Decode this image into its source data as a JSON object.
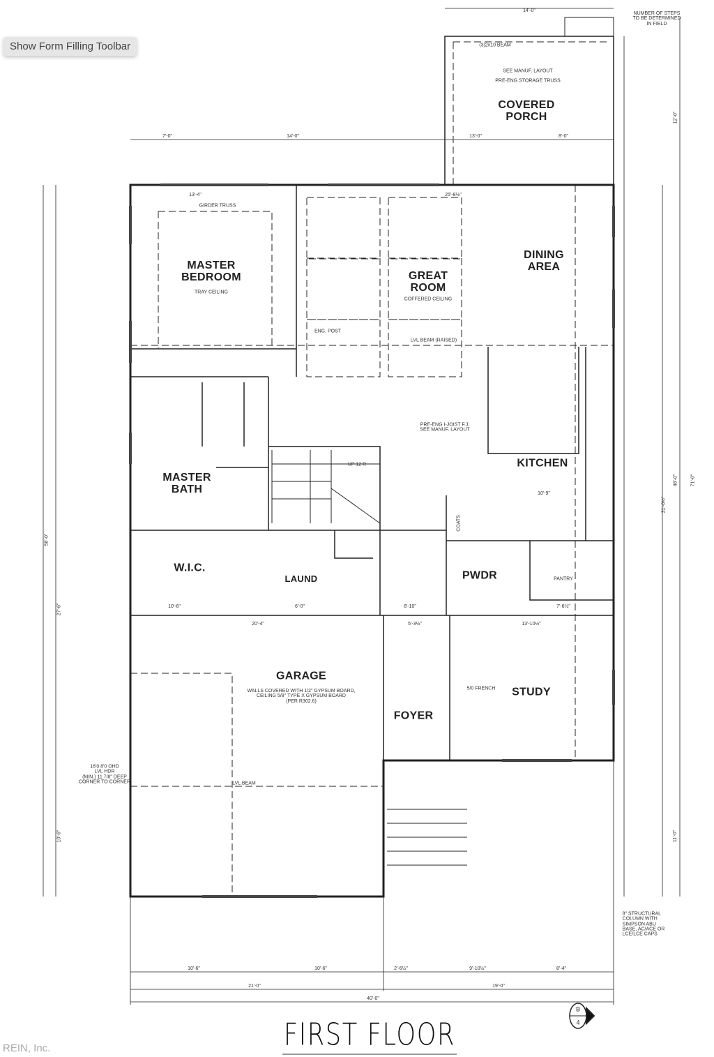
{
  "toolbar": {
    "show_form_filling": "Show Form Filling Toolbar"
  },
  "plan": {
    "title": "FIRST FLOOR",
    "section_marker": {
      "top": "B",
      "bottom": "4"
    },
    "rooms": {
      "porch": {
        "name": "COVERED\nPORCH",
        "note1": "SEE MANUF. LAYOUT",
        "note2": "PRE-ENG STORAGE TRUSS",
        "beam": "(3)2x10 BEAM"
      },
      "master_bedroom": {
        "name": "MASTER\nBEDROOM",
        "sub": "TRAY CEILING",
        "note": "GIRDER TRUSS"
      },
      "great_room": {
        "name": "GREAT\nROOM",
        "sub": "COFFERED CEILING"
      },
      "dining": {
        "name": "DINING\nAREA"
      },
      "kitchen": {
        "name": "KITCHEN"
      },
      "master_bath": {
        "name": "MASTER\nBATH"
      },
      "wic": {
        "name": "W.I.C."
      },
      "laundry": {
        "name": "LAUND"
      },
      "powder": {
        "name": "PWDR"
      },
      "pantry": {
        "name": "PANTRY"
      },
      "garage": {
        "name": "GARAGE",
        "note": "WALLS COVERED WITH 1/2\" GYPSUM BOARD,\nCEILING 5/8\" TYPE X GYPSUM BOARD\n(PER R302.6)"
      },
      "foyer": {
        "name": "FOYER"
      },
      "study": {
        "name": "STUDY",
        "door": "5/0 FRENCH"
      }
    },
    "notes": {
      "steps": "NUMBER OF STEPS\nTO BE DETERMINED\nIN FIELD",
      "column": "8\" STRUCTURAL\nCOLUMN WITH\nSIMPSON ABU\nBASE, AC/ACE OR\nLCE/LCE CAPS",
      "lvl_beam_raised": "LVL BEAM (RAISED)",
      "lvl_beam": "LVL BEAM",
      "eng_post": "ENG. POST",
      "joist": "PRE-ENG I-JOIST F.J.\nSEE MANUF. LAYOUT",
      "garage_door": "16'0 8'0 OHD\nLVL HDR\n(MIN.) 11 7/8\" DEEP\nCORNER TO CORNER",
      "coats": "COATS",
      "up": "UP 12 R"
    },
    "dimensions": {
      "bottom_row1": [
        "10'-6\"",
        "10'-6\"",
        "2'-6½\"",
        "9'-10½\"",
        "8'-4\""
      ],
      "bottom_row2": [
        "21'-0\"",
        "19'-0\""
      ],
      "bottom_total": "40'-0\"",
      "top_row": [
        "7'-0\"",
        "14'-0\"",
        "13'-0\"",
        "8'-0\""
      ],
      "porch_width": "14'-0\"",
      "interior": [
        "13'-4\"",
        "25'-8½\"",
        "20'-4\"",
        "5'-3½\"",
        "13'-10½\"",
        "10'-9\"",
        "10'-6\"",
        "6'-0\"",
        "8'-10\"",
        "7'-6½\""
      ],
      "right": [
        "71'-0\"",
        "48'-0\"",
        "31'-0½\"",
        "12'-0\"",
        "11'-0\""
      ],
      "left": [
        "58'-0\"",
        "27'-6\"",
        "10'-6\""
      ]
    }
  },
  "footer": {
    "watermark": "REIN, Inc."
  }
}
